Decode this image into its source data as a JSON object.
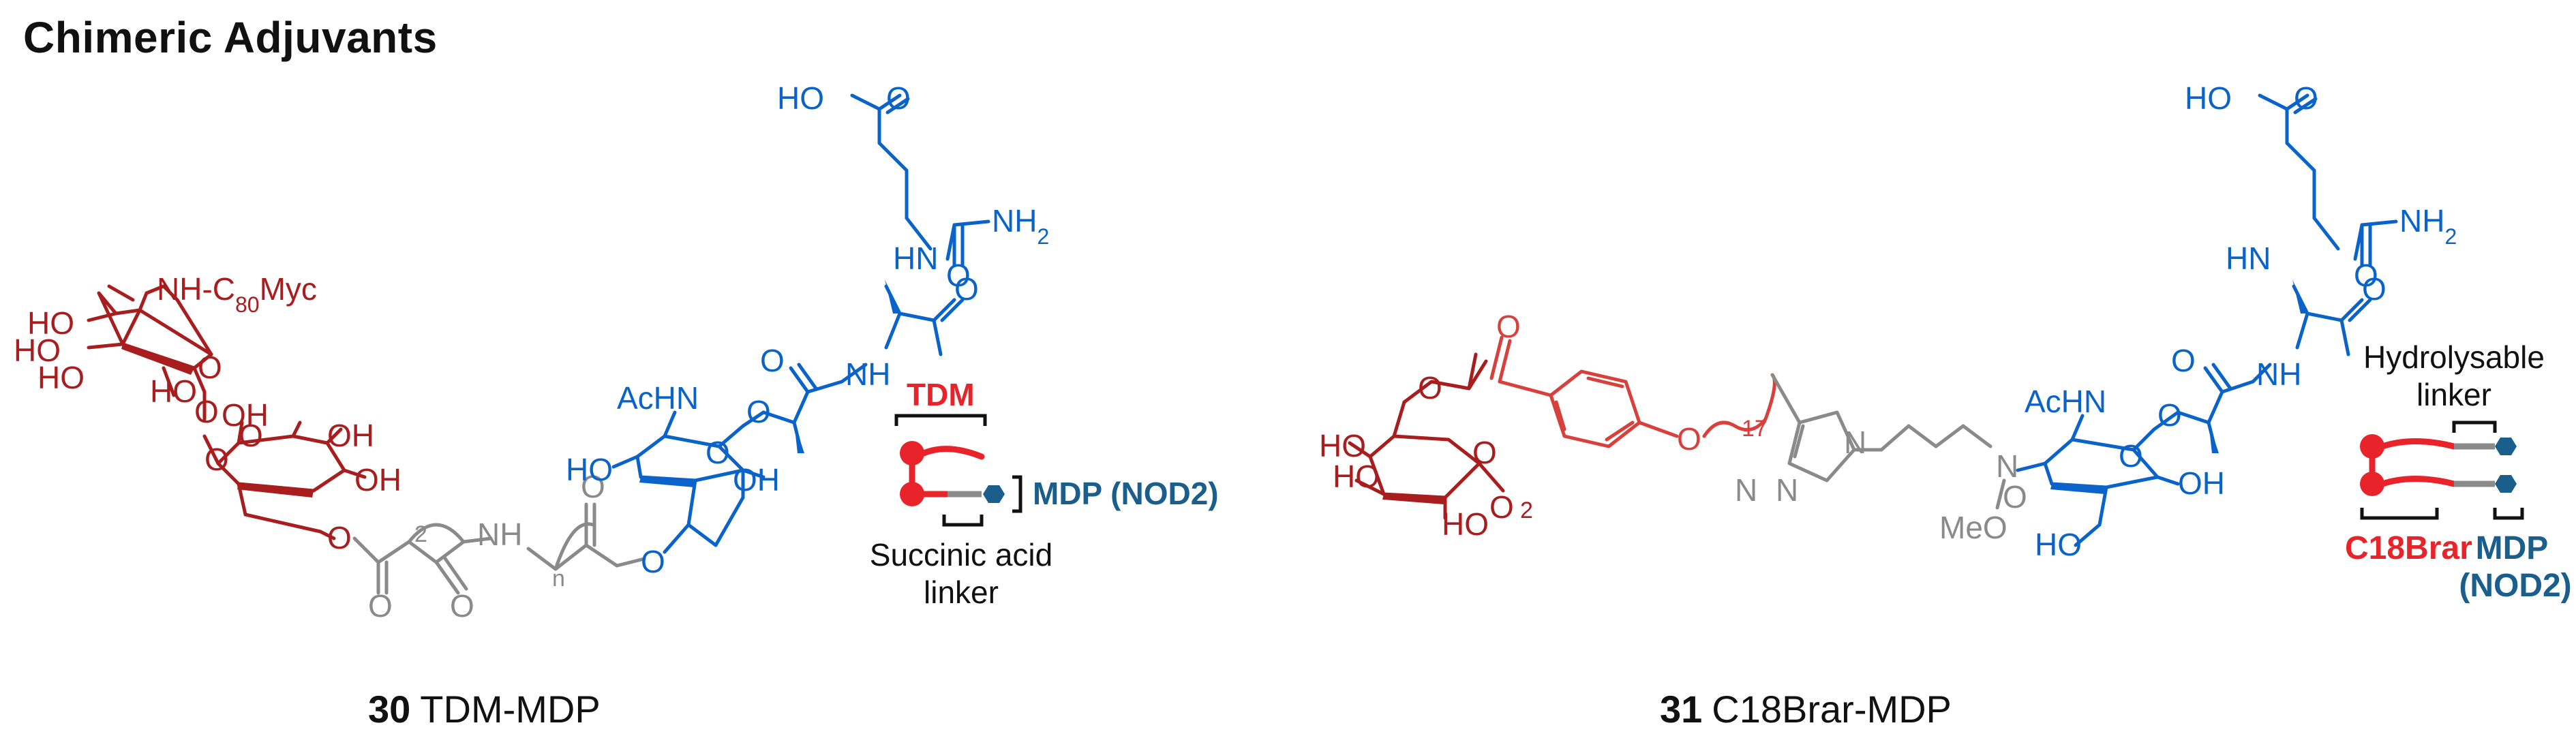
{
  "title": "Chimeric Adjuvants",
  "colors": {
    "dark_red": "#A81D1D",
    "red": "#E8242A",
    "light_red": "#D8403C",
    "blue": "#0A63C9",
    "teal": "#1A5E8C",
    "grey": "#8A8A8A",
    "black": "#111111"
  },
  "compound30": {
    "number": "30",
    "name": "TDM-MDP",
    "labels": {
      "nhmyc_prefix": "NH-C",
      "nhmyc_sub": "80",
      "nhmyc_suffix": "Myc",
      "ho": "HO",
      "oh": "OH",
      "o": "O",
      "hn": "HN",
      "nh": "NH",
      "nh2_main": "NH",
      "nh2_sub": "2",
      "acnh": "AcHN",
      "sub_2": "2",
      "sub_n": "n",
      "ho_acid": "HO"
    },
    "schematic": {
      "tdm": "TDM",
      "mdp": "MDP (NOD2)",
      "linker_line1": "Succinic acid",
      "linker_line2": "linker"
    }
  },
  "compound31": {
    "number": "31",
    "name": "C18Brar-MDP",
    "labels": {
      "ho": "HO",
      "oh": "OH",
      "o": "O",
      "n": "N",
      "hn": "HN",
      "nh": "NH",
      "nh2_main": "NH",
      "nh2_sub": "2",
      "acnh": "AcHN",
      "sub_17": "17",
      "sub_2": "2",
      "meo": "MeO"
    },
    "schematic": {
      "linker_line1": "Hydrolysable",
      "linker_line2": "linker",
      "c18brar": "C18Brar",
      "mdp_line1": "MDP",
      "mdp_line2": "(NOD2)"
    }
  }
}
